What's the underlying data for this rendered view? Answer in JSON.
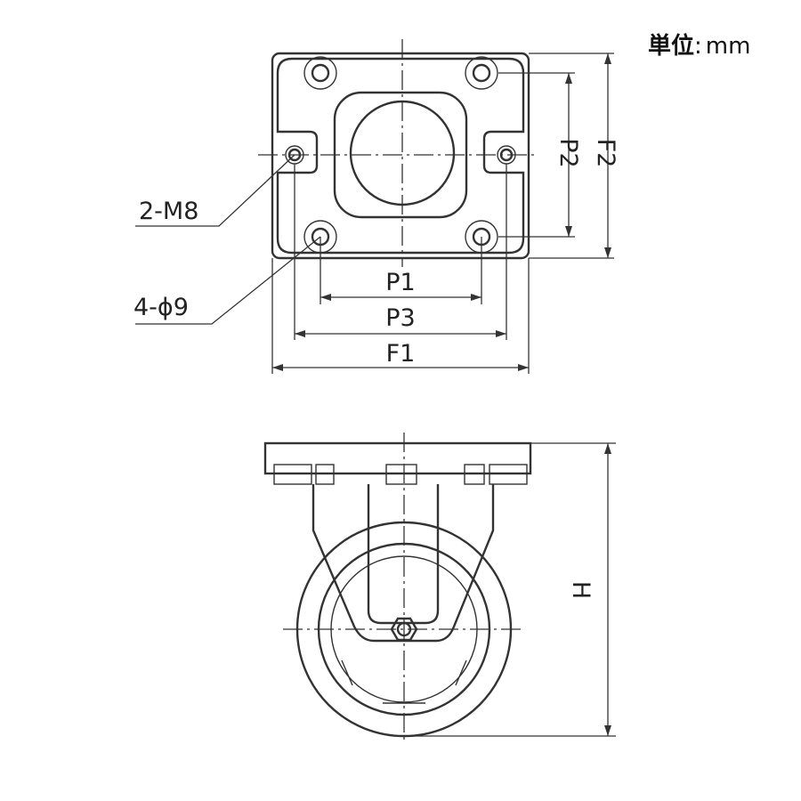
{
  "unit": {
    "label": "単位",
    "separator": ":",
    "value": "mm"
  },
  "callouts": {
    "tapped_holes": "2-M8",
    "through_holes": "4-ϕ9"
  },
  "dimensions": {
    "hole_pitch_x": "P1",
    "tapped_pitch_x": "P3",
    "plate_width": "F1",
    "hole_pitch_y": "P2",
    "plate_depth": "F2",
    "overall_height": "H"
  }
}
